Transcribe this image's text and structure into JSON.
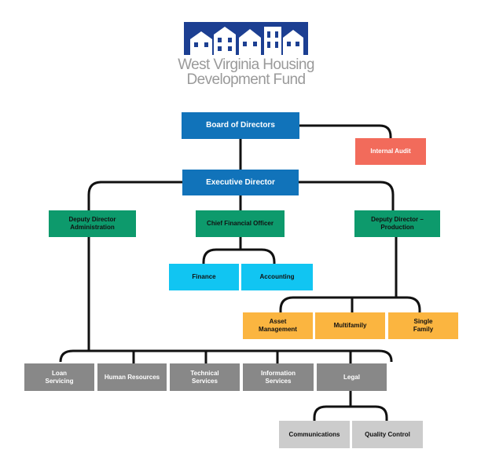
{
  "logo": {
    "name": "logo-west-virginia-housing-development-fund",
    "line1": "West Virginia Housing",
    "line2": "Development Fund",
    "colors": {
      "navy": "#1c3f92",
      "text": "#9a9a9a"
    }
  },
  "org_chart": {
    "board": "Board of Directors",
    "internal_audit": "Internal Audit",
    "executive": "Executive Director",
    "deputy_admin": "Deputy Director\nAdministration",
    "cfo": "Chief Financial Officer",
    "deputy_production": "Deputy Director –\nProduction",
    "finance": "Finance",
    "accounting": "Accounting",
    "asset_management": "Asset\nManagement",
    "multifamily": "Multifamily",
    "single_family": "Single\nFamily",
    "loan_servicing": "Loan\nServicing",
    "human_resources": "Human Resources",
    "technical_services": "Technical\nServices",
    "information_services": "Information\nServices",
    "legal": "Legal",
    "communications": "Communications",
    "quality_control": "Quality Control"
  },
  "colors": {
    "blue": "#1173ba",
    "red": "#f26b5b",
    "green": "#0d9a6c",
    "cyan": "#11c5f2",
    "gold": "#fbb540",
    "gray": "#888888",
    "light_gray": "#cccccc",
    "connector": "#111111"
  }
}
